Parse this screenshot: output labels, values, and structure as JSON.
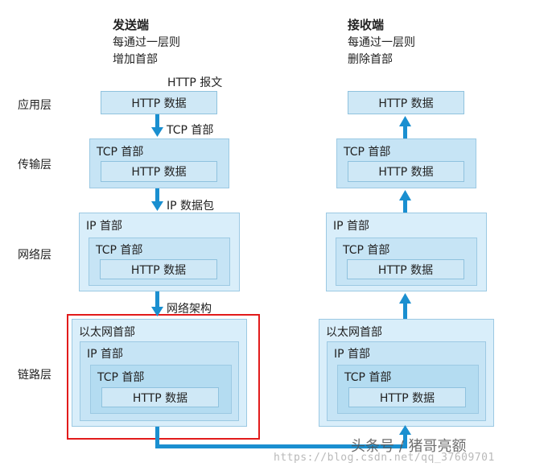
{
  "sender": {
    "title": "发送端",
    "line1": "每通过一层则",
    "line2": "增加首部"
  },
  "receiver": {
    "title": "接收端",
    "line1": "每通过一层则",
    "line2": "删除首部"
  },
  "layers": {
    "app": "应用层",
    "transport": "传输层",
    "network": "网络层",
    "link": "链路层"
  },
  "notes": {
    "http_message": "HTTP 报文",
    "tcp_header": "TCP 首部",
    "ip_packet": "IP 数据包",
    "network_frame": "网络架构"
  },
  "labels": {
    "http_data": "HTTP 数据",
    "tcp_header": "TCP 首部",
    "ip_header": "IP 首部",
    "ethernet_header": "以太网首部"
  },
  "colors": {
    "arrow": "#1a8fd0",
    "highlight": "#e21b1b"
  },
  "watermark": {
    "brand": "头条号 / 猪哥亮额",
    "url": "https://blog.csdn.net/qq_37609701"
  }
}
